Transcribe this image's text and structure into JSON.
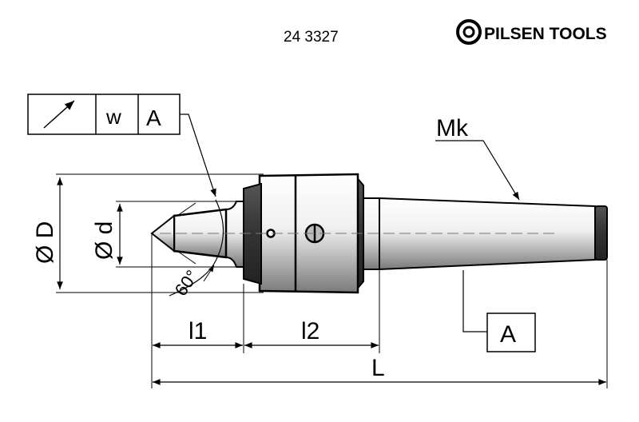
{
  "header": {
    "part_number": "24 3327",
    "brand": "PILSEN TOOLS"
  },
  "tolerance_frame": {
    "symbol": "runout-arrow",
    "value": "w",
    "datum": "A"
  },
  "labels": {
    "morse_taper": "Mk",
    "diameter_D": "Ø D",
    "diameter_d": "Ø d",
    "angle": "60°",
    "l1": "l1",
    "l2": "l2",
    "L": "L",
    "datum_A": "A"
  },
  "colors": {
    "line": "#000000",
    "dark_ring": "#3a3a3a",
    "body_light": "#f2f2f2",
    "body_shade": "#8a8a8a"
  }
}
